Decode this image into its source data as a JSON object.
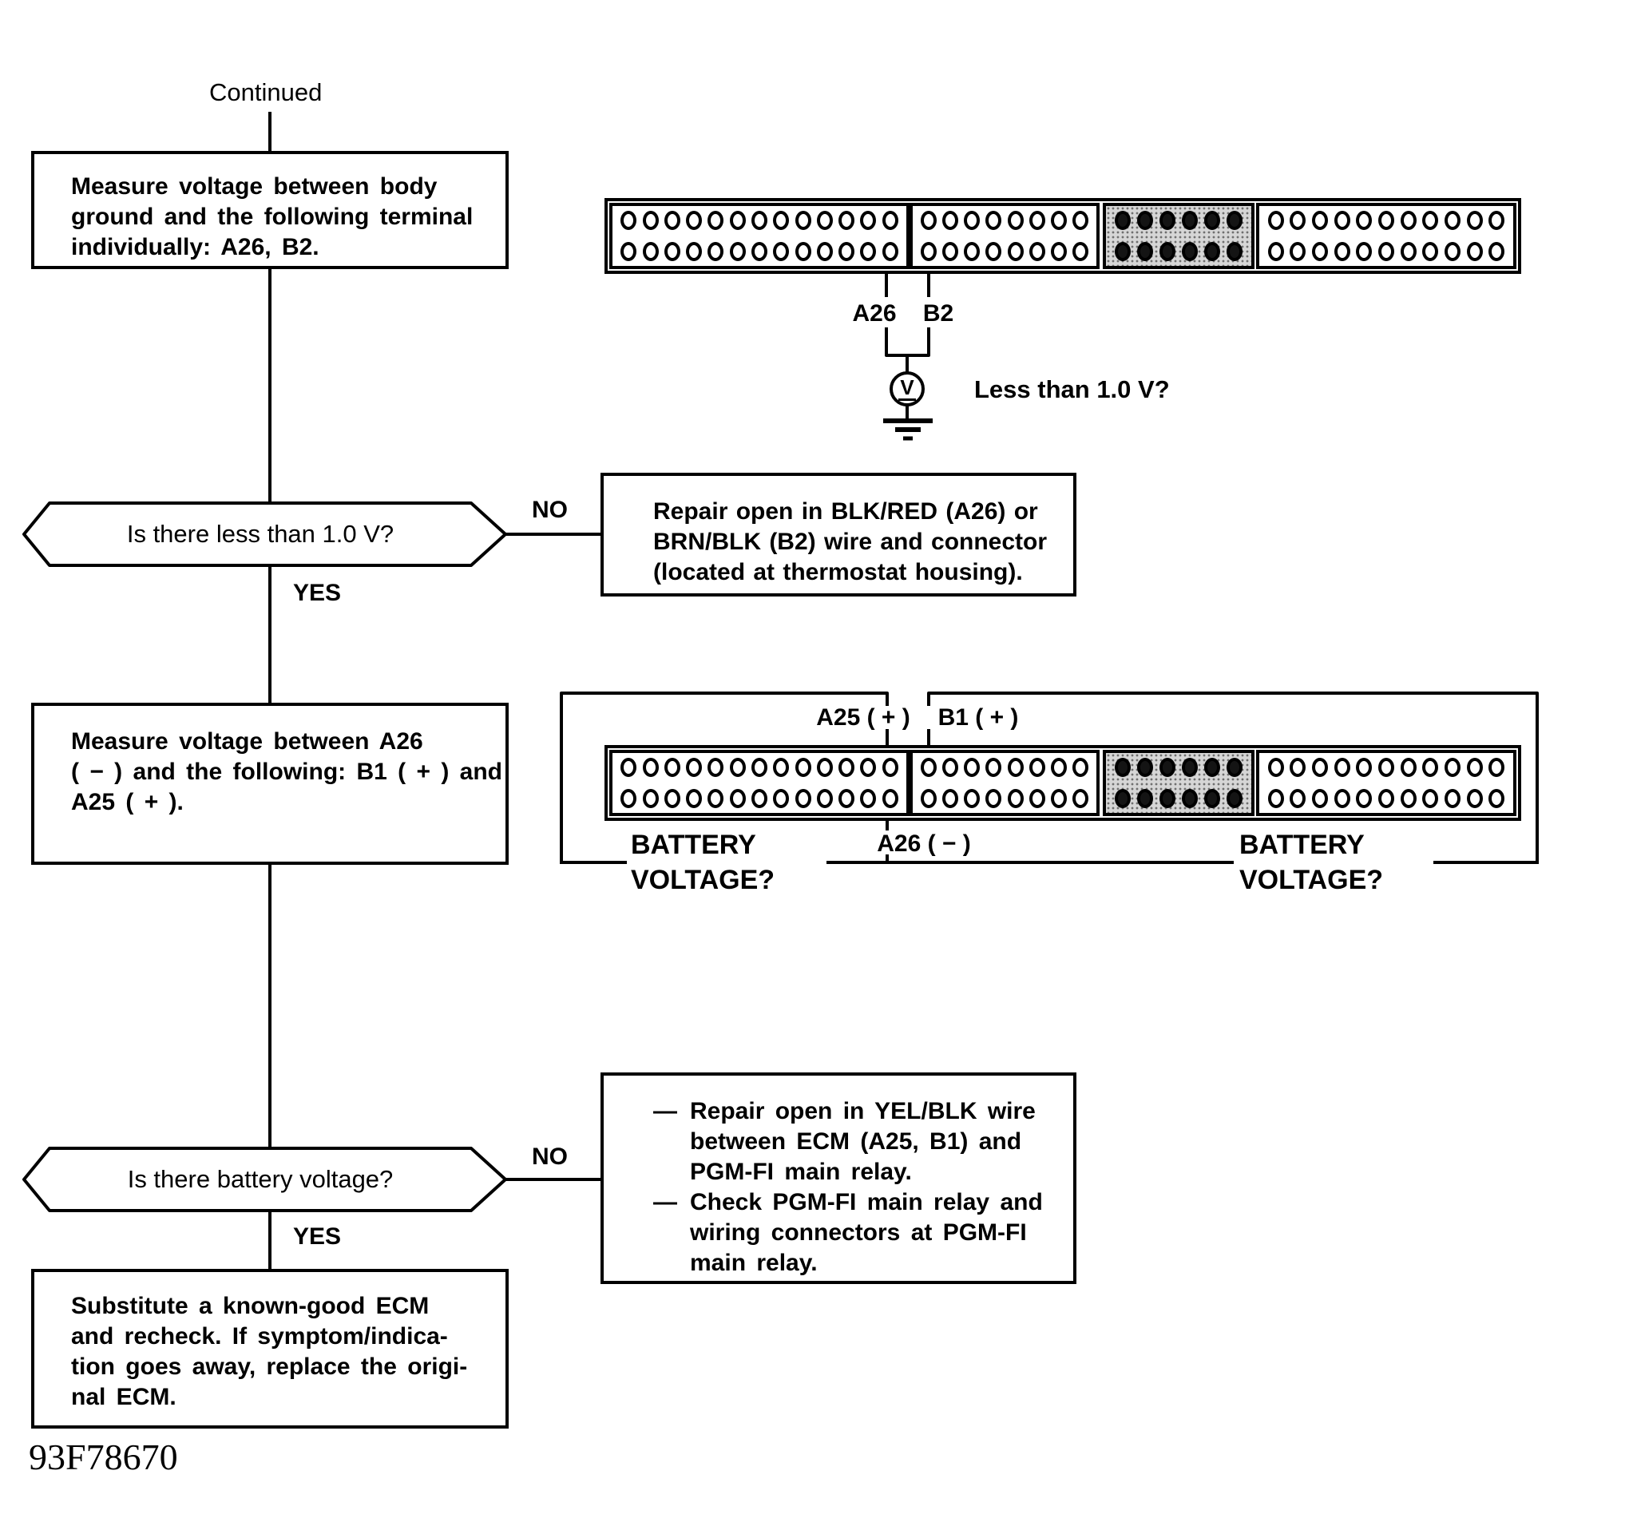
{
  "page": {
    "continued": "Continued",
    "code": "93F78670"
  },
  "flow": {
    "step1": {
      "lines": [
        "Measure voltage between body",
        "ground and the following terminal",
        "individually: A26, B2."
      ]
    },
    "decision1": {
      "text": "Is there less than 1.0 V?",
      "no": "NO",
      "yes": "YES"
    },
    "repair1": {
      "lines": [
        "Repair open in BLK/RED (A26) or",
        "BRN/BLK (B2) wire and connector",
        "(located at thermostat housing)."
      ]
    },
    "step2": {
      "lines": [
        "Measure voltage between A26",
        "( − ) and the following: B1 ( + ) and",
        "A25 ( + )."
      ]
    },
    "decision2": {
      "text": "Is there battery voltage?",
      "no": "NO",
      "yes": "YES"
    },
    "repair2": {
      "bullet": "—",
      "items": [
        {
          "lines": [
            "Repair open in YEL/BLK wire",
            "between ECM (A25, B1) and",
            "PGM-FI main relay."
          ]
        },
        {
          "lines": [
            "Check PGM-FI main relay and",
            "wiring connectors at PGM-FI",
            "main relay."
          ]
        }
      ]
    },
    "step3": {
      "lines": [
        "Substitute a known-good ECM",
        "and recheck. If symptom/indica-",
        "tion goes away, replace the origi-",
        "nal ECM."
      ]
    }
  },
  "diagram1": {
    "terminal_a26": "A26",
    "terminal_b2": "B2",
    "question": "Less than 1.0 V?",
    "meter": "V",
    "connector": {
      "segments": [
        {
          "holes": 13,
          "shaded": false
        },
        {
          "holes": 8,
          "shaded": false
        },
        {
          "holes": 6,
          "shaded": true
        },
        {
          "holes": 11,
          "shaded": false
        }
      ]
    }
  },
  "diagram2": {
    "terminal_a25": "A25 ( + )",
    "terminal_b1": "B1 ( + )",
    "terminal_a26": "A26 ( − )",
    "battery_left": {
      "lines": [
        "BATTERY",
        "VOLTAGE?"
      ]
    },
    "battery_right": {
      "lines": [
        "BATTERY",
        "VOLTAGE?"
      ]
    },
    "connector": {
      "segments": [
        {
          "holes": 13,
          "shaded": false
        },
        {
          "holes": 8,
          "shaded": false
        },
        {
          "holes": 6,
          "shaded": true
        },
        {
          "holes": 11,
          "shaded": false
        }
      ]
    }
  }
}
